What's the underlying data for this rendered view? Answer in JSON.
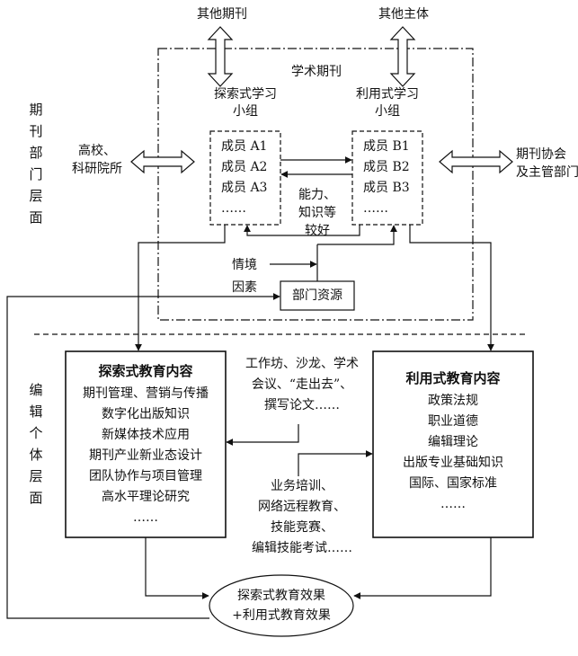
{
  "top_left": "其他期刊",
  "top_right": "其他主体",
  "journal_label": "学术期刊",
  "group_a_title": [
    "探索式学习",
    "小组"
  ],
  "group_b_title": [
    "利用式学习",
    "小组"
  ],
  "group_a_members": [
    "成员 A1",
    "成员 A2",
    "成员 A3",
    "……"
  ],
  "group_b_members": [
    "成员 B1",
    "成员 B2",
    "成员 B3",
    "……"
  ],
  "left_external": [
    "高校、",
    "科研院所"
  ],
  "right_external": [
    "期刊协会",
    "及主管部门"
  ],
  "ability_note": [
    "能力、",
    "知识等",
    "较好"
  ],
  "situational": [
    "情境",
    "因素"
  ],
  "dept_resources": "部门资源",
  "layer_journal": "期刊部门层面",
  "layer_individual": "编辑个体层面",
  "explore_content": {
    "title": "探索式教育内容",
    "items": [
      "期刊管理、营销与传播",
      "数字化出版知识",
      "新媒体技术应用",
      "期刊产业新业态设计",
      "团队协作与项目管理",
      "高水平理论研究",
      "……"
    ]
  },
  "exploit_content": {
    "title": "利用式教育内容",
    "items": [
      "政策法规",
      "职业道德",
      "编辑理论",
      "出版专业基础知识",
      "国际、国家标准",
      "……"
    ]
  },
  "explore_methods": [
    "工作坊、沙龙、学术",
    "会议、“走出去”、",
    "撰写论文……"
  ],
  "exploit_methods": [
    "业务培训、",
    "网络远程教育、",
    "技能竞赛、",
    "编辑技能考试……"
  ],
  "effect": [
    "探索式教育效果",
    "+利用式教育效果"
  ]
}
